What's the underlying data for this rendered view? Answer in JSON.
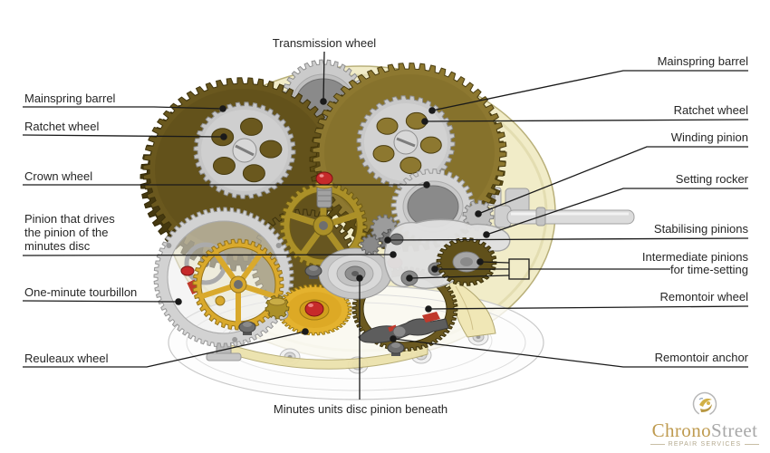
{
  "labels": {
    "transmission_wheel": "Transmission wheel",
    "mainspring_barrel_left": "Mainspring barrel",
    "ratchet_wheel_left": "Ratchet wheel",
    "crown_wheel": "Crown wheel",
    "pinion_drives_line1": "Pinion that drives",
    "pinion_drives_line2": "the pinion of the",
    "pinion_drives_line3": "minutes disc",
    "one_minute_tourbillon": "One-minute tourbillon",
    "reuleaux_wheel": "Reuleaux wheel",
    "minutes_units_disc": "Minutes units disc pinion beneath",
    "mainspring_barrel_right": "Mainspring barrel",
    "ratchet_wheel_right": "Ratchet wheel",
    "winding_pinion": "Winding pinion",
    "setting_rocker": "Setting rocker",
    "stabilising_pinions": "Stabilising pinions",
    "intermediate_pinions_line1": "Intermediate pinions",
    "intermediate_pinions_line2": "for time-setting",
    "remontoir_wheel": "Remontoir wheel",
    "remontoir_anchor": "Remontoir anchor"
  },
  "logo": {
    "brand_part1": "Chrono",
    "brand_part2": "Street",
    "tagline": "Repair Services"
  },
  "colors": {
    "background": "#ffffff",
    "plate_cream": "#f1ecc8",
    "plate_edge": "#b9b07a",
    "barrel_olive_dark": "#6a581e",
    "barrel_olive_light": "#8d7830",
    "olive_deep": "#463a10",
    "brass": "#ab9028",
    "gold_wheel": "#d9a92c",
    "reuleaux_yellow": "#e4b22e",
    "silver": "#c9c9c9",
    "steel_dark": "#8a8a8a",
    "jewel_red": "#c62a2a",
    "leader_line": "#1a1a1a",
    "label_text": "#262626",
    "logo_gold": "#bf9b50",
    "logo_gray": "#a8a8a8",
    "logo_tagline": "#b3a88e"
  }
}
